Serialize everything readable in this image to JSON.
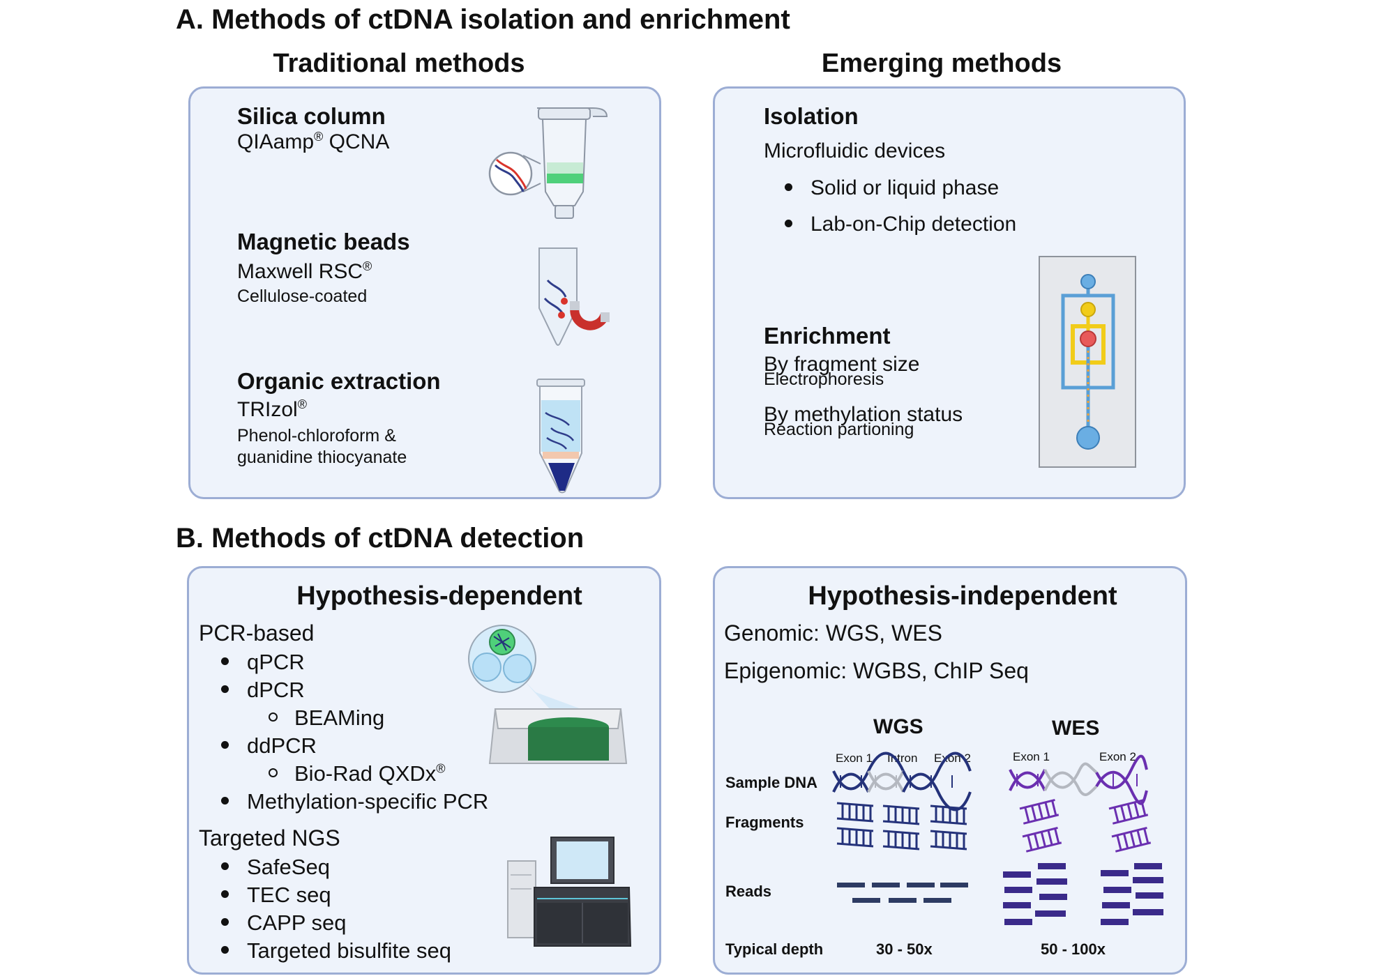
{
  "sectionA": {
    "title": "A. Methods of ctDNA isolation and enrichment",
    "traditional": {
      "header": "Traditional methods",
      "silica": {
        "title": "Silica column",
        "product": "QIAamp",
        "product_sup": "®",
        "product_suffix": " QCNA"
      },
      "magnetic": {
        "title": "Magnetic beads",
        "product": "Maxwell RSC",
        "product_sup": "®",
        "note": "Cellulose-coated"
      },
      "organic": {
        "title": "Organic extraction",
        "product": "TRIzol",
        "product_sup": "®",
        "note1": "Phenol-chloroform &",
        "note2": "guanidine thiocyanate"
      }
    },
    "emerging": {
      "header": "Emerging methods",
      "isolation": {
        "title": "Isolation",
        "subtitle": "Microfluidic devices",
        "bullets": [
          "Solid or liquid phase",
          "Lab-on-Chip detection"
        ]
      },
      "enrichment": {
        "title": "Enrichment",
        "line1": "By fragment size",
        "line1_sub": "Electrophoresis",
        "line2": "By methylation status",
        "line2_sub": "Reaction partioning"
      }
    }
  },
  "sectionB": {
    "title": "B. Methods of ctDNA detection",
    "dependent": {
      "header": "Hypothesis-dependent",
      "pcr_label": "PCR-based",
      "items": {
        "qpcr": "qPCR",
        "dpcr": "dPCR",
        "beaming": "BEAMing",
        "ddpcr": "ddPCR",
        "biorad": "Bio-Rad QXDx",
        "biorad_sup": "®",
        "msp": "Methylation-specific PCR"
      },
      "ngs_label": "Targeted NGS",
      "ngs_items": [
        "SafeSeq",
        "TEC seq",
        "CAPP seq",
        "Targeted bisulfite seq"
      ]
    },
    "independent": {
      "header": "Hypothesis-independent",
      "genomic": "Genomic: WGS, WES",
      "epigenomic": "Epigenomic: WGBS, ChIP Seq",
      "wgs": {
        "title": "WGS",
        "exon1": "Exon 1",
        "intron": "Intron",
        "exon2": "Exon 2",
        "depth": "30 - 50x"
      },
      "wes": {
        "title": "WES",
        "exon1": "Exon 1",
        "exon2": "Exon 2",
        "depth": "50 - 100x"
      },
      "row_labels": {
        "sample": "Sample DNA",
        "fragments": "Fragments",
        "reads": "Reads",
        "depth": "Typical depth"
      }
    }
  },
  "colors": {
    "panel_bg": "#eef3fb",
    "panel_border": "#9cadd4",
    "dna_navy": "#24327a",
    "dna_purple": "#6a2fb0",
    "read_navy": "#2d3b63",
    "read_purple": "#3a2a8a"
  }
}
